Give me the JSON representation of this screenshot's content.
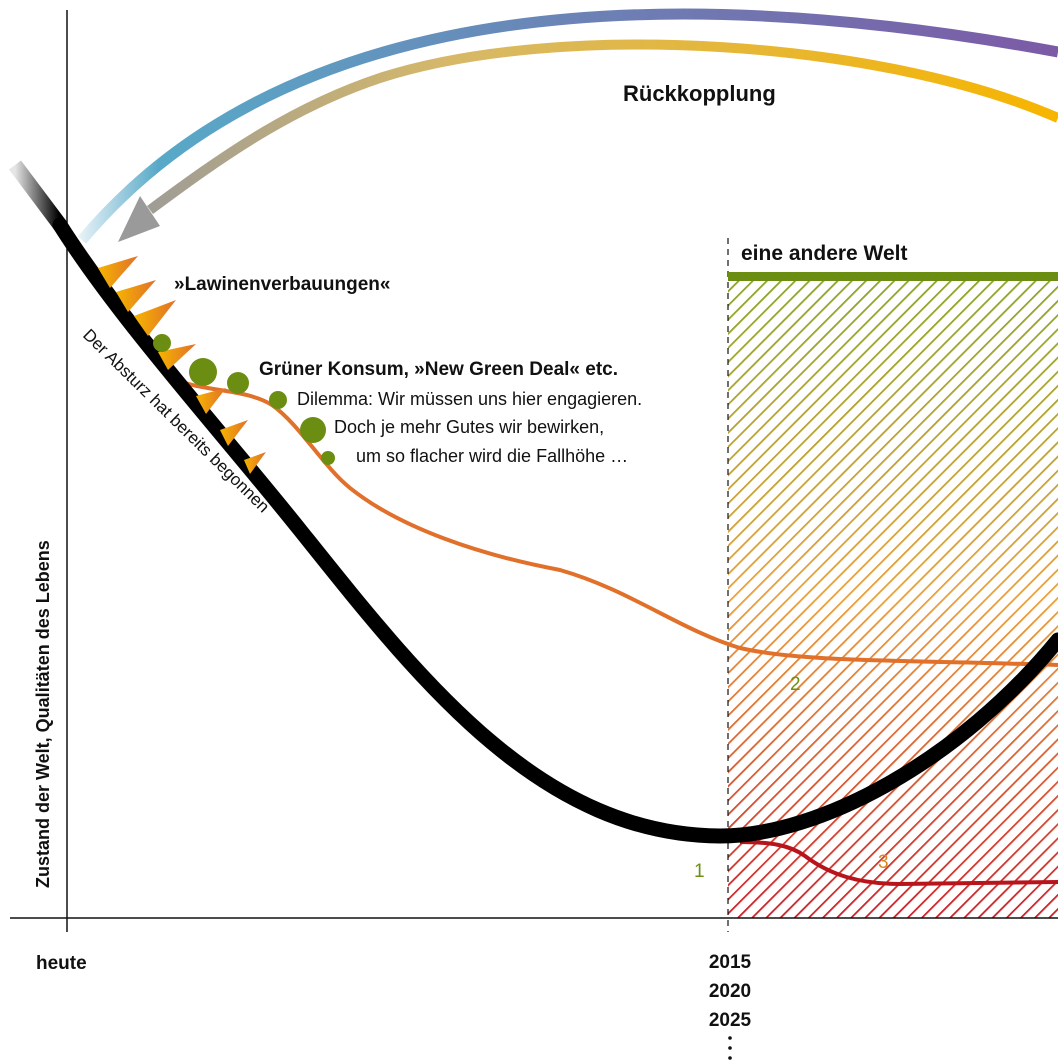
{
  "feedback_label": "Rückkopplung",
  "avalanche_label": "»Lawinenverbauungen«",
  "green_title": "Grüner Konsum, »New Green Deal« etc.",
  "dilemma_lines": [
    "Dilemma: Wir müssen uns hier engagieren.",
    "Doch je mehr Gutes wir bewirken,",
    "um so flacher wird die Fallhöhe …"
  ],
  "decline_label": "Der Absturz hat bereits begonnen",
  "other_world_label": "eine andere Welt",
  "y_axis_label": "Zustand der Welt, Qualitäten des Lebens",
  "x_start_label": "heute",
  "year_labels": [
    "2015",
    "2020",
    "2025"
  ],
  "scenario_numbers": [
    "1",
    "2",
    "3"
  ],
  "colors": {
    "main_curve": "#000000",
    "orange_curve": "#e0702a",
    "red_curve": "#b8141c",
    "green": "#6b8e12",
    "hatch_top": "#8aa426",
    "hatch_mid": "#e8a03a",
    "hatch_bottom": "#c8202a",
    "arc_outer_start": "#58a9c8",
    "arc_outer_end": "#7c5aa6",
    "arc_inner_start": "#9a9a9a",
    "arc_inner_end": "#f7b500"
  }
}
